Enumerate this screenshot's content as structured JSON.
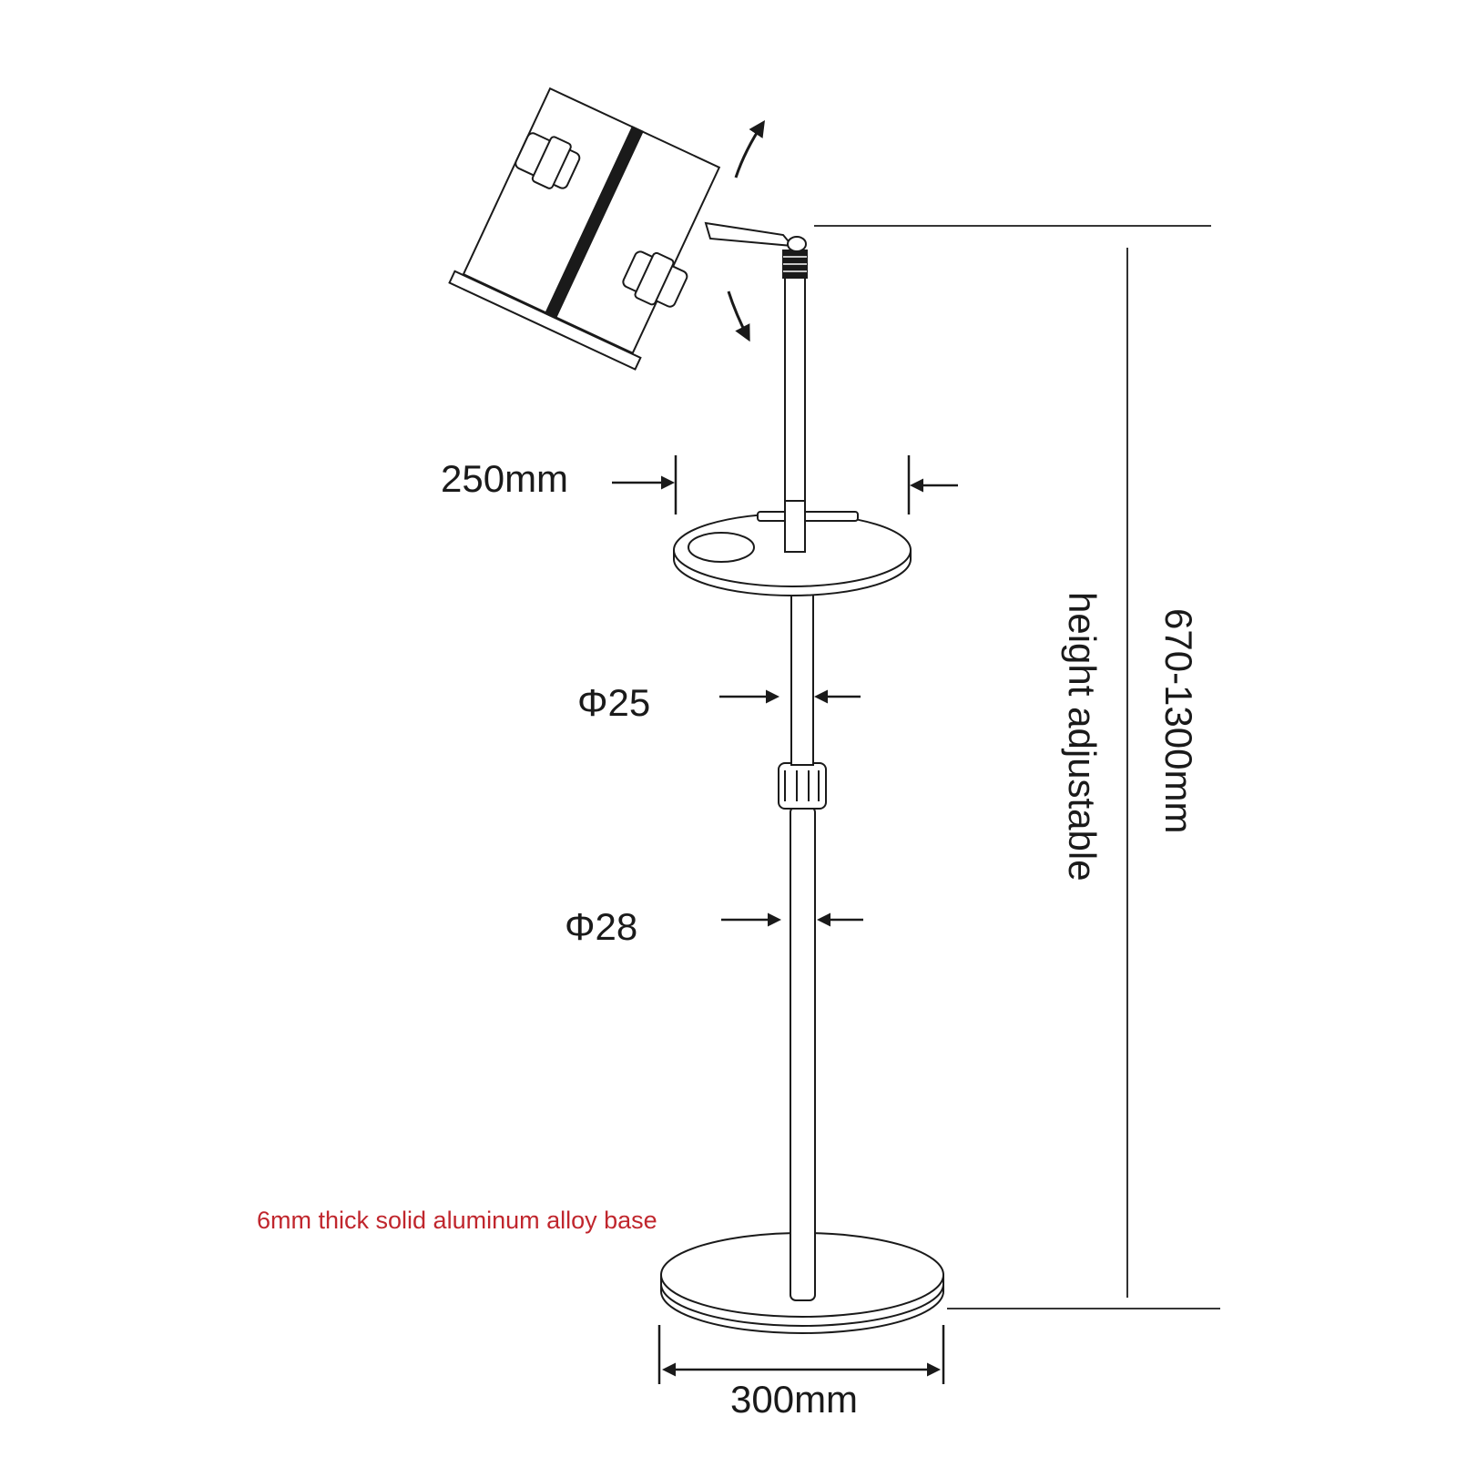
{
  "labels": {
    "tray_width": "250mm",
    "upper_tube_diameter": "Φ25",
    "lower_tube_diameter": "Φ28",
    "height_note": "height adjustable",
    "height_range": "670-1300mm",
    "base_note": "6mm thick solid aluminum alloy base",
    "base_width": "300mm"
  },
  "colors": {
    "line": "#1a1a1a",
    "base_note": "#c0262d",
    "fill": "#ffffff"
  }
}
